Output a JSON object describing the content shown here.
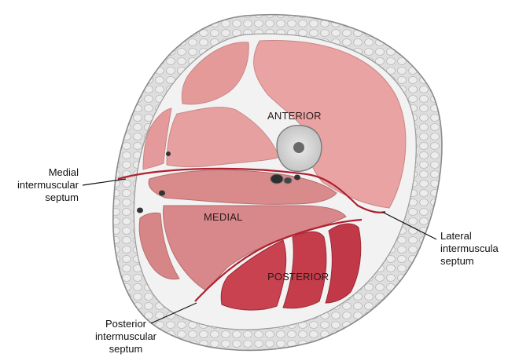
{
  "regions": {
    "anterior": "ANTERIOR",
    "medial": "MEDIAL",
    "posterior": "POSTERIOR"
  },
  "callouts": {
    "medial_septum": [
      "Medial",
      "intermuscular",
      "septum"
    ],
    "lateral_septum": [
      "Lateral",
      "intermuscula",
      "septum"
    ],
    "posterior_septum": [
      "Posterior",
      "intermuscular",
      "septum"
    ]
  },
  "colors": {
    "skin_fat": "#d9d9d9",
    "fascia": "#f1f1f1",
    "anterior_muscle": "#e8a0a0",
    "medial_muscle": "#d88a8a",
    "posterior_muscle": "#c8404f",
    "septum": "#b0202f",
    "bone": "#cfcfcf"
  }
}
